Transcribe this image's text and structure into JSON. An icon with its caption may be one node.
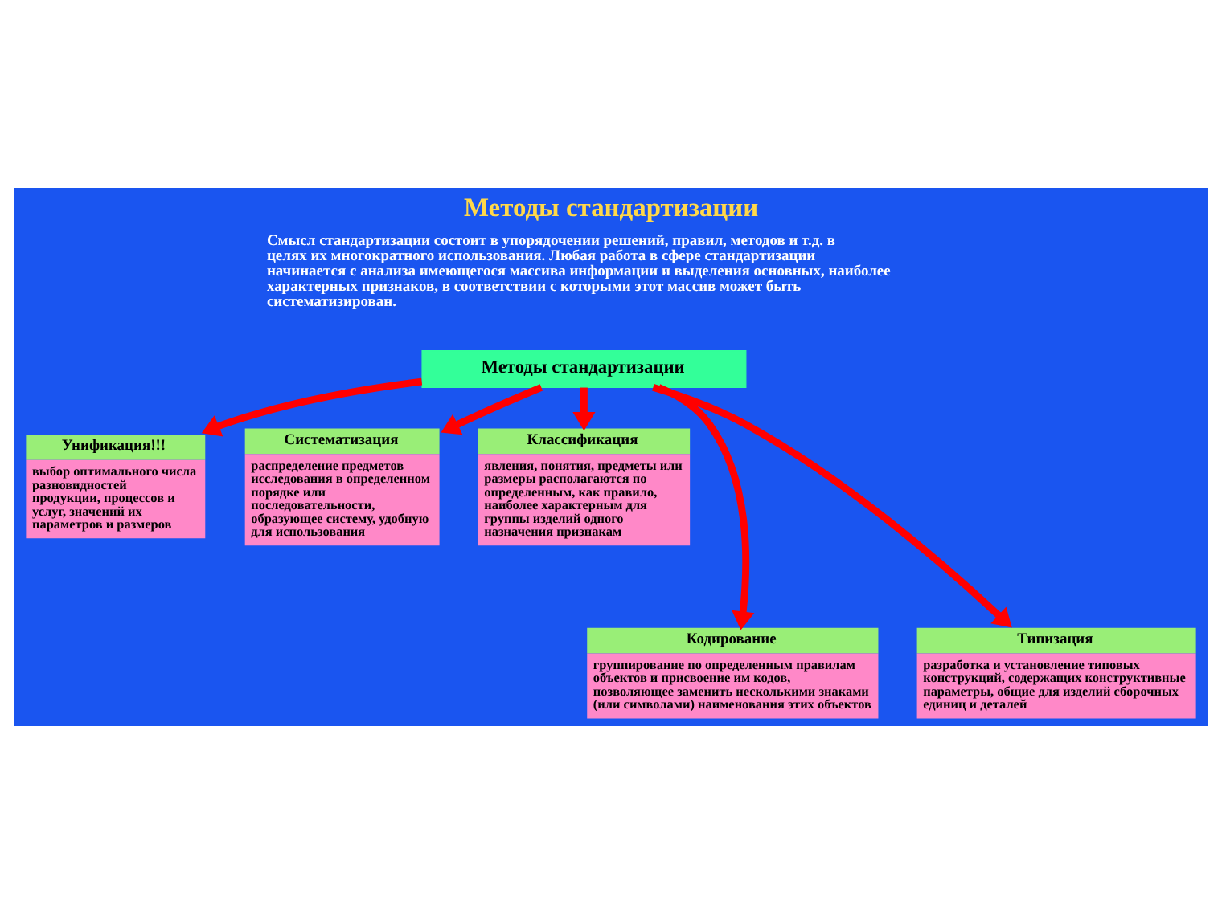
{
  "diagram": {
    "title": "Методы стандартизации",
    "nodes": [
      {
        "text": [
          "Методы стандартизации"
        ]
      },
      {
        "text": [
          "Унификация!!!",
          "выбор оптимального числа разновидностей продукции, процессов и услуг, значений их параметров и размеров"
        ]
      },
      {
        "text": [
          "Систематизация",
          "распределение предметов исследования в определенном порядке или последовательности, образующее систему, удобную для использования"
        ]
      },
      {
        "text": [
          "Классификация",
          "явления, понятия, предметы или размеры располагаются по определенным, как правило, наиболее характерным для группы изделий одного назначения признакам"
        ]
      },
      {
        "text": [
          "Кодирование",
          "группирование по определенным правилам объектов и присвоение им кодов, позволяющее заменить несколькими знаками (или символами) наименования этих объектов"
        ]
      },
      {
        "text": [
          "Типизация",
          "разработка и установление типовых конструкций, содержащих конструктивные параметры, общие для изделий сборочных единиц и деталей"
        ]
      }
    ],
    "edges": [
      {
        "from": 0,
        "to": 1,
        "arrow": "to"
      },
      {
        "from": 0,
        "to": 2,
        "arrow": "to"
      },
      {
        "from": 0,
        "to": 4,
        "arrow": "to"
      },
      {
        "from": 0,
        "to": 5,
        "arrow": "to"
      },
      {
        "from": 0,
        "to": 3,
        "arrow": "to"
      }
    ],
    "labels": [
      "Смысл стандартизации состоит в упорядочении решений, правил, методов и т.д. в целях их многократного использования. Любая работа в сфере стандартизации начинается с анализа имеющегося массива информации и выделения основных, наиболее характерных признаков, в соответствии с которыми этот массив может быть систематизирован."
    ]
  }
}
